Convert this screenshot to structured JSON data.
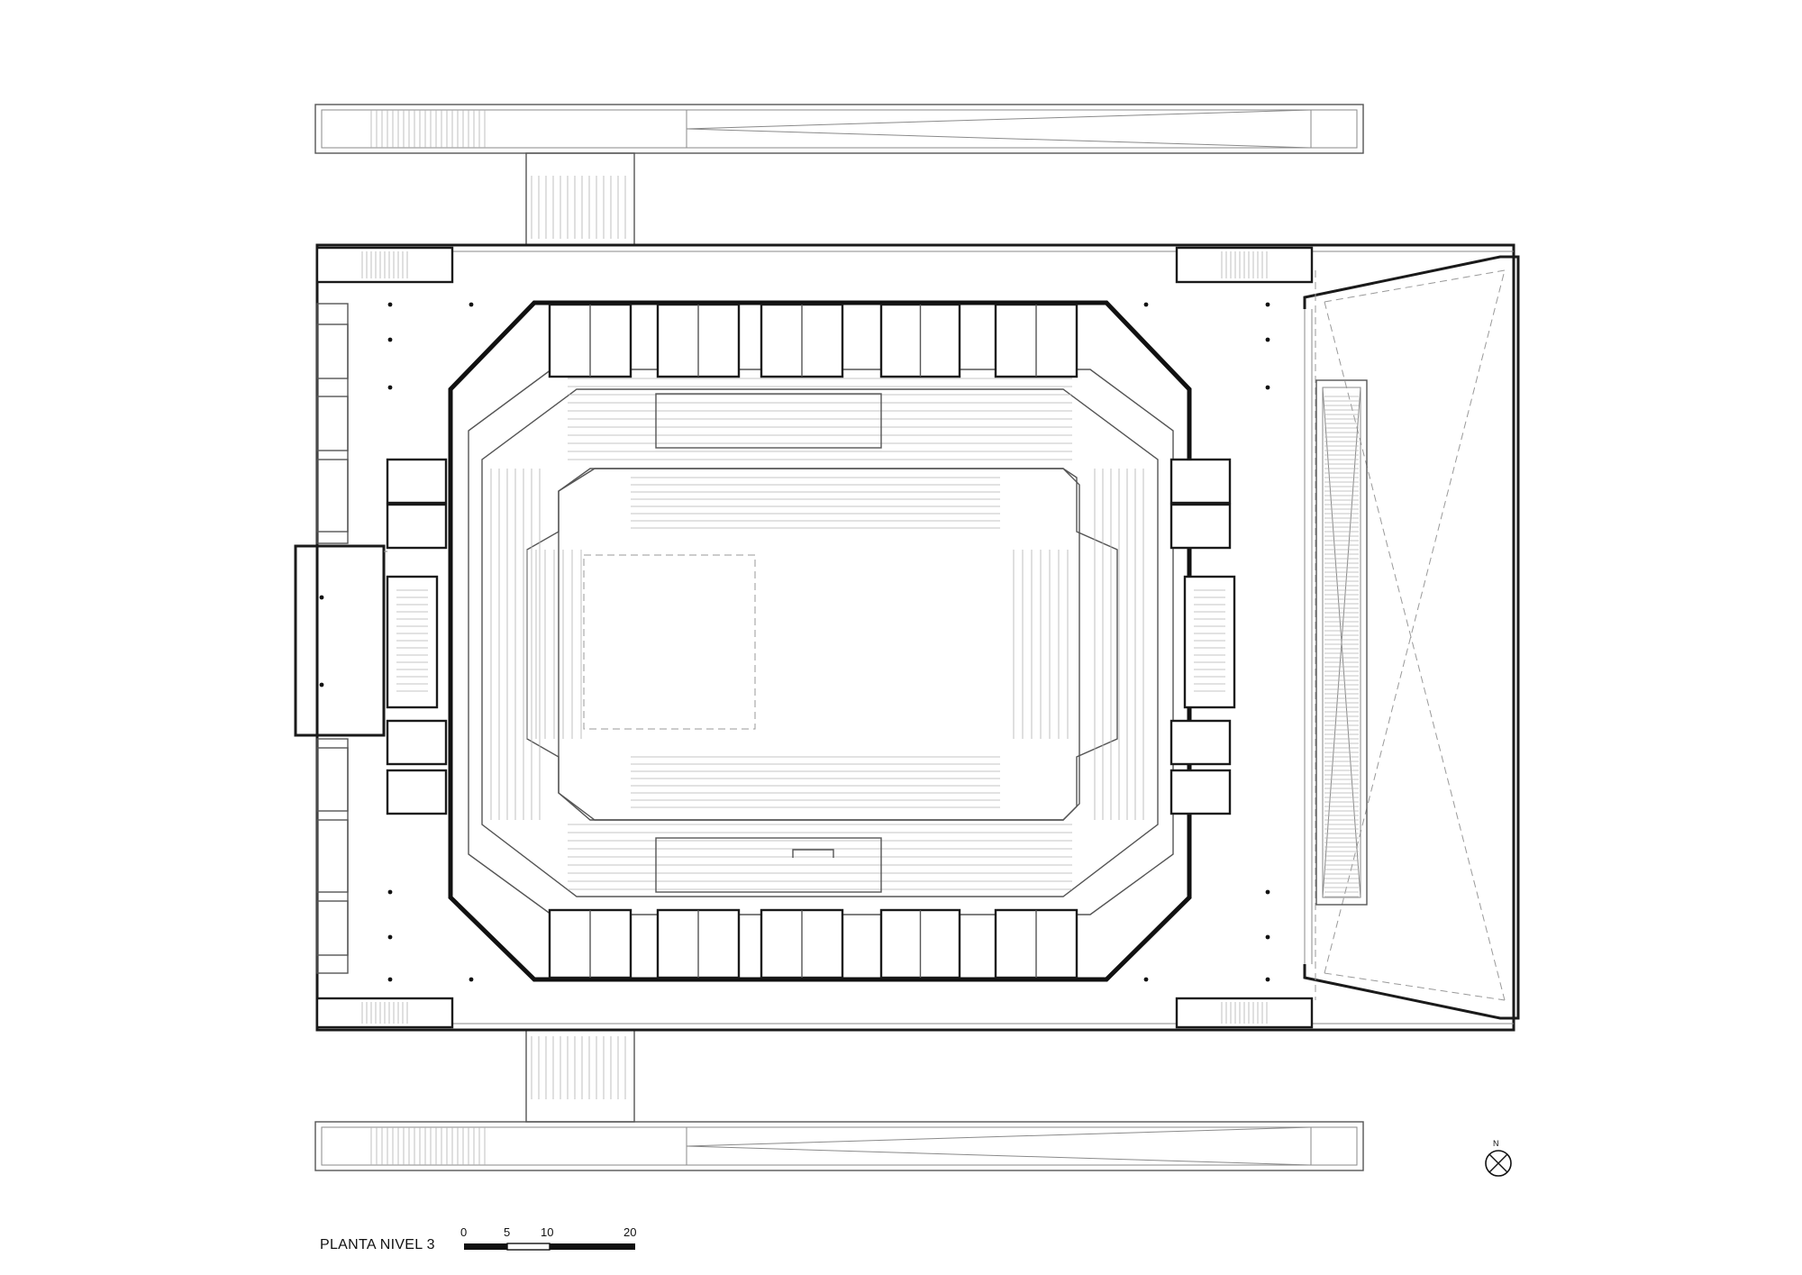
{
  "drawing": {
    "title": "PLANTA NIVEL 3"
  },
  "scale_bar": {
    "ticks": [
      "0",
      "5",
      "10",
      "20"
    ]
  },
  "north_arrow": {
    "icon": "north-arrow-icon"
  }
}
